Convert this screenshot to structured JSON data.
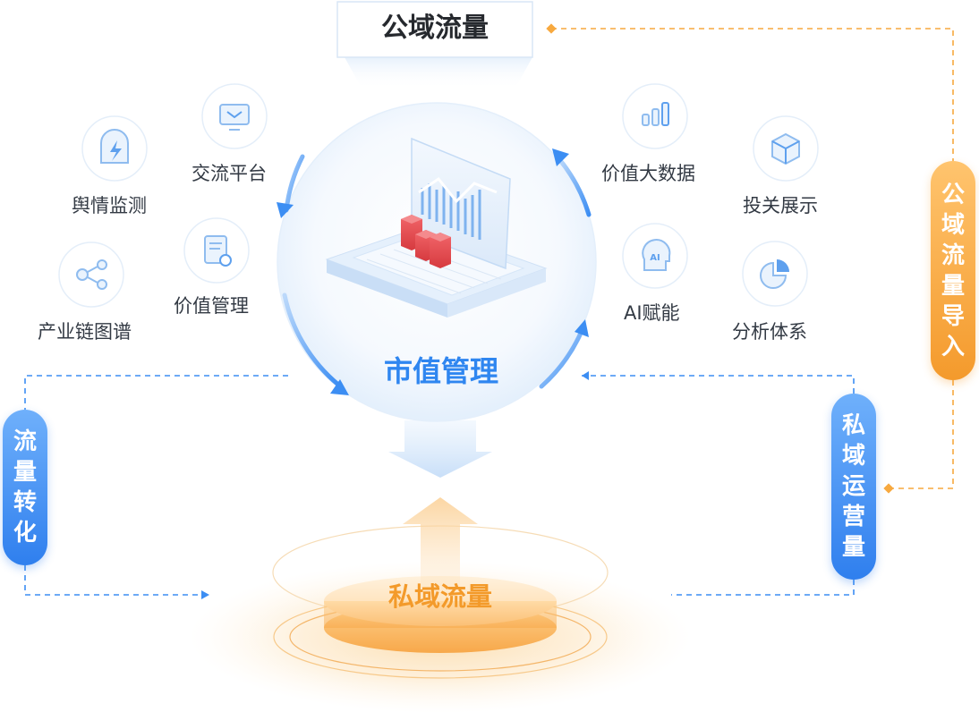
{
  "top_box": {
    "label": "公域流量"
  },
  "center": {
    "title": "市值管理"
  },
  "bottom": {
    "title": "私域流量"
  },
  "left_features": [
    {
      "label": "舆情监测",
      "icon": "lightning-shield-icon"
    },
    {
      "label": "交流平台",
      "icon": "monitor-chat-icon"
    },
    {
      "label": "产业链图谱",
      "icon": "network-nodes-icon"
    },
    {
      "label": "价值管理",
      "icon": "document-gear-icon"
    }
  ],
  "right_features": [
    {
      "label": "价值大数据",
      "icon": "bar-chart-icon"
    },
    {
      "label": "投关展示",
      "icon": "cube-icon"
    },
    {
      "label": "AI赋能",
      "icon": "ai-head-icon"
    },
    {
      "label": "分析体系",
      "icon": "pie-chart-icon"
    }
  ],
  "pills": {
    "public_import": {
      "chars": [
        "公",
        "域",
        "流",
        "量",
        "导",
        "入"
      ],
      "color": "#f7a93f"
    },
    "private_ops": {
      "chars": [
        "私",
        "域",
        "运",
        "营",
        "量"
      ],
      "color": "#3c8ef3"
    },
    "traffic_convert": {
      "chars": [
        "流",
        "量",
        "转",
        "化"
      ],
      "color": "#3c8ef3"
    }
  },
  "colors": {
    "blue": "#3c8ef3",
    "orange": "#f7a93f",
    "title_blue": "#2f86f0",
    "title_orange": "#f39a2a"
  }
}
